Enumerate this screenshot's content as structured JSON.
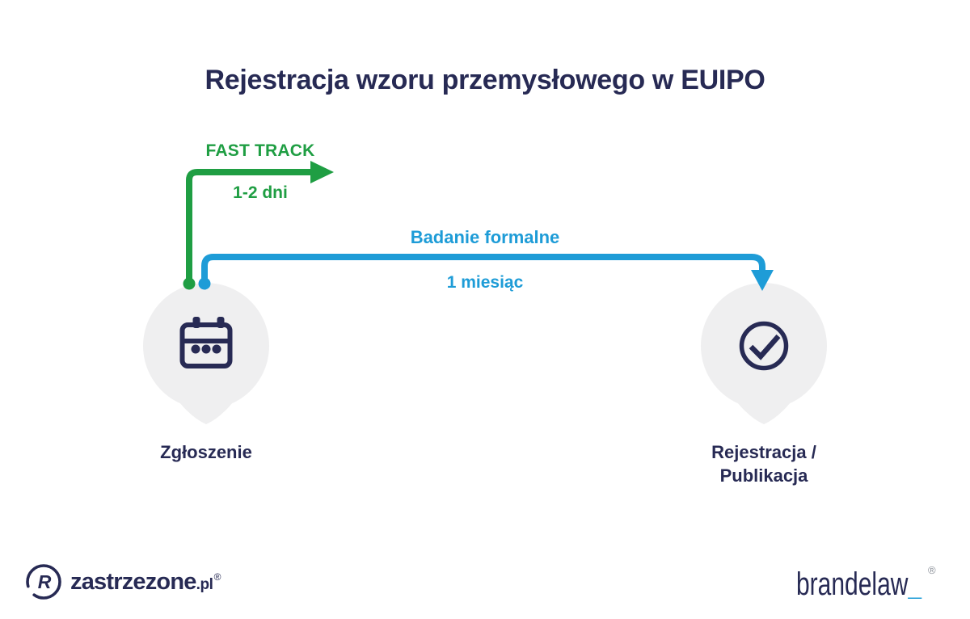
{
  "title": "Rejestracja wzoru przemysłowego w EUIPO",
  "colors": {
    "bg": "#ffffff",
    "navy": "#272a54",
    "green": "#1f9e43",
    "blue": "#1e9cd7",
    "node-gray": "#efeff0",
    "reg-gray": "#8a8f98"
  },
  "fast_track": {
    "label": "FAST TRACK",
    "duration": "1-2 dni"
  },
  "formal_check": {
    "label": "Badanie formalne",
    "duration": "1 miesiąc"
  },
  "nodes": {
    "start": {
      "label": "Zgłoszenie",
      "icon": "calendar-icon"
    },
    "end": {
      "label": "Rejestracja /\nPublikacja",
      "icon": "check-circle-icon"
    }
  },
  "footer": {
    "zastrzezone": {
      "name": "zastrzezone",
      "tld": ".pl",
      "registered": "®",
      "icon": "r-mark-icon"
    },
    "brandelaw": {
      "name": "brandelaw",
      "cursor": "_",
      "registered": "®"
    }
  }
}
